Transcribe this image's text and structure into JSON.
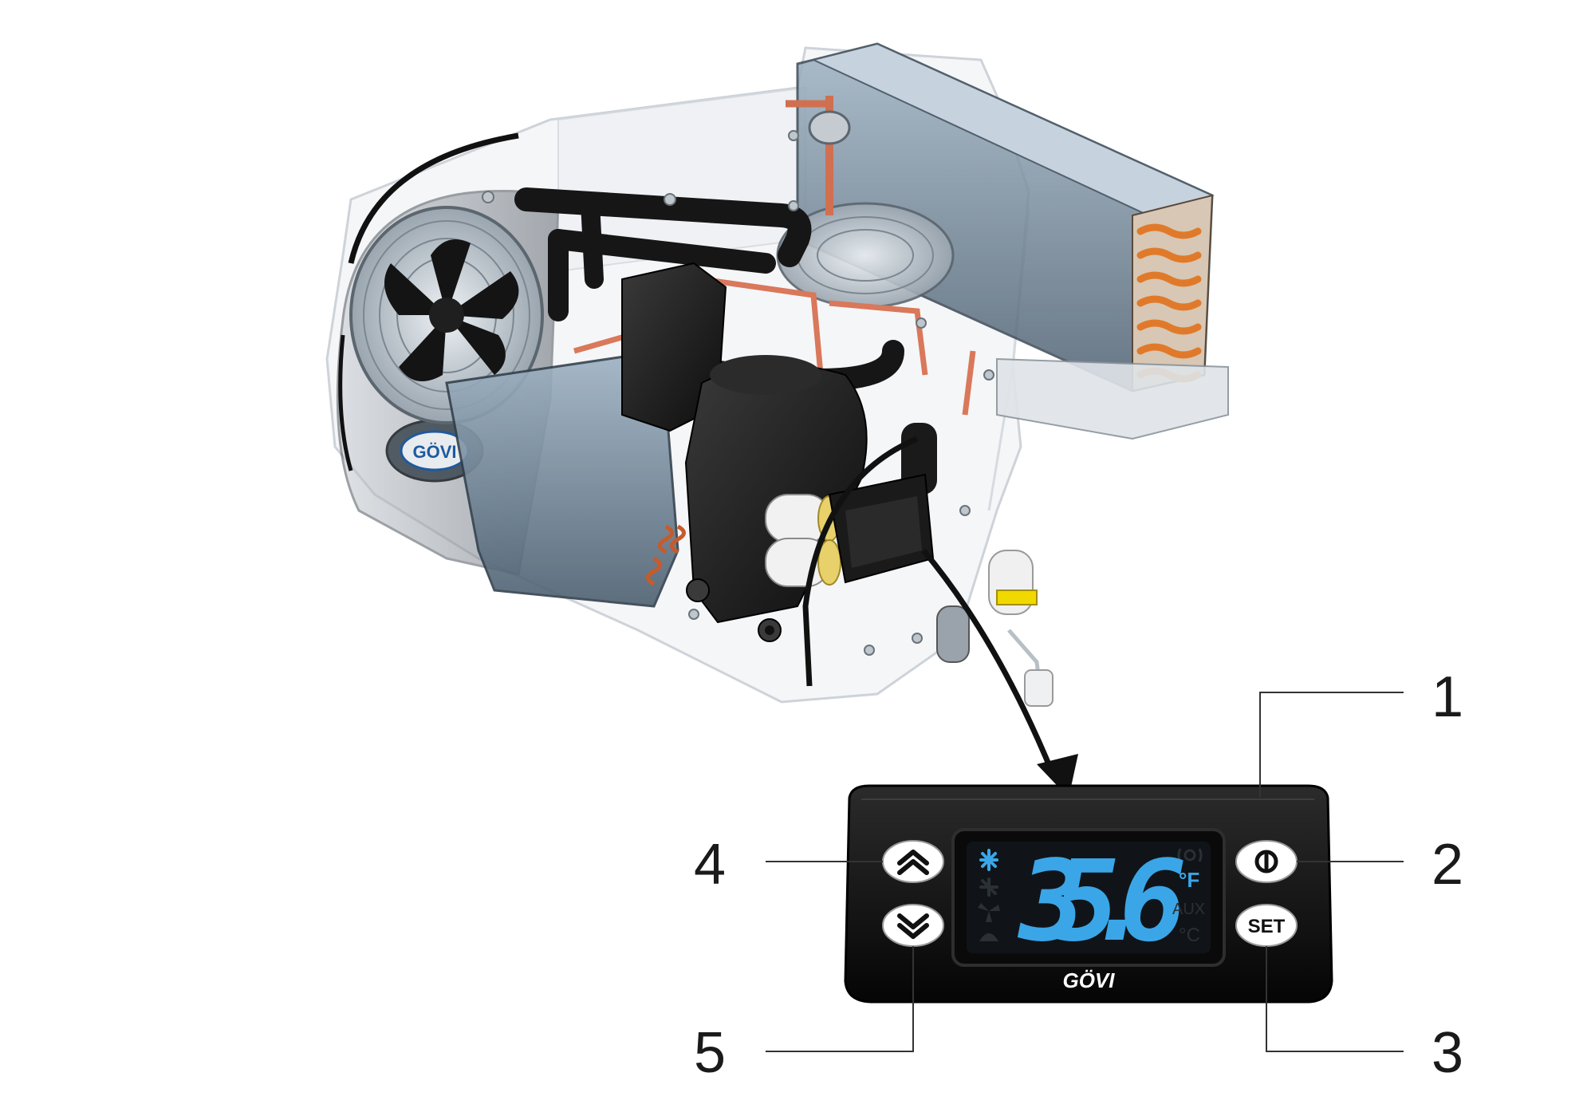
{
  "brand": "GÖVI",
  "display": {
    "reading": "35.6",
    "unit_f": "°F",
    "unit_c": "°C",
    "aux": "AUX"
  },
  "buttons": {
    "set_label": "SET"
  },
  "callouts": {
    "c1": "1",
    "c2": "2",
    "c3": "3",
    "c4": "4",
    "c5": "5"
  },
  "colors": {
    "lcd_digit": "#3aa6e8",
    "panel": "#151515",
    "copper": "#e07a2a",
    "arrow": "#111111"
  },
  "icons": [
    "snowflake-icon",
    "defrost-icon",
    "fan-icon",
    "alarm-icon",
    "compressor-icon",
    "power-icon",
    "chevron-up-icon",
    "chevron-down-icon"
  ]
}
